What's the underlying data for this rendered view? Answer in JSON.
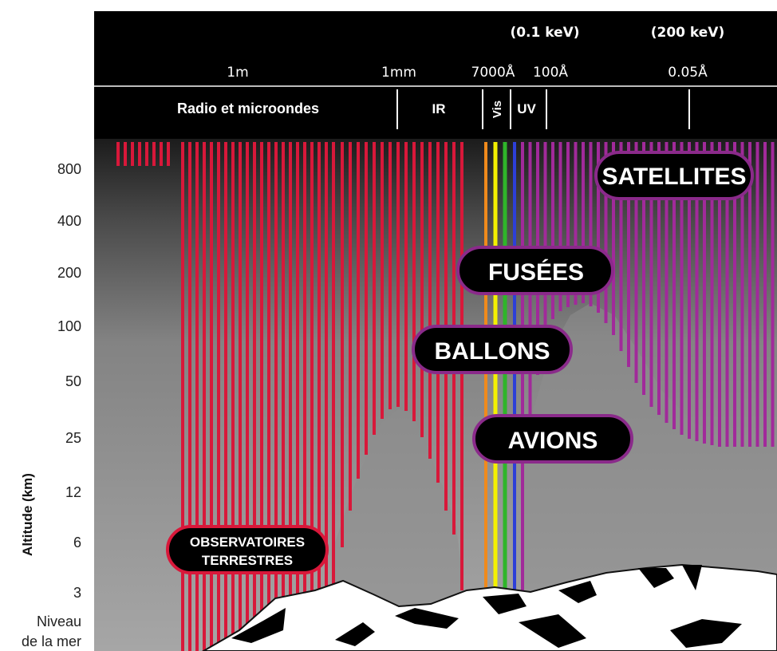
{
  "header": {
    "energy_labels": [
      "(0.1 keV)",
      "(200 keV)"
    ],
    "wavelength_labels": [
      "1m",
      "1mm",
      "7000Å",
      "100Å",
      "0.05Å"
    ],
    "band_labels": [
      "Radio et microondes",
      "IR",
      "Vis",
      "UV"
    ]
  },
  "axis": {
    "title": "Altitude (km)",
    "ticks": [
      "800",
      "400",
      "200",
      "100",
      "50",
      "25",
      "12",
      "6",
      "3"
    ],
    "sea_level": [
      "Niveau",
      "de la mer"
    ]
  },
  "platforms": {
    "satellites": "SATELLITES",
    "fusees": "FUSÉES",
    "ballons": "BALLONS",
    "avions": "AVIONS",
    "observatoires": [
      "OBSERVATOIRES",
      "TERRESTRES"
    ]
  },
  "colors": {
    "radio_ir": "#d8183a",
    "xray": "#a12a9a",
    "orange": "#f08a1c",
    "yellow": "#f4f100",
    "green": "#2fb52a",
    "blue": "#2d3fd8",
    "pill_border_purple": "#8a2a8a",
    "pill_border_red": "#d8183a"
  }
}
